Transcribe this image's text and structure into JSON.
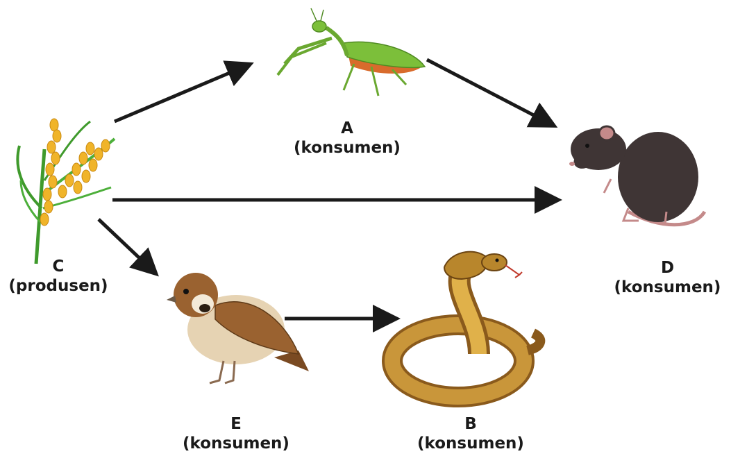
{
  "nodes": {
    "A": {
      "letter": "A",
      "role": "(konsumen)",
      "organism": "mantis"
    },
    "B": {
      "letter": "B",
      "role": "(konsumen)",
      "organism": "cobra"
    },
    "C": {
      "letter": "C",
      "role": "(produsen)",
      "organism": "rice-plant"
    },
    "D": {
      "letter": "D",
      "role": "(konsumen)",
      "organism": "rat"
    },
    "E": {
      "letter": "E",
      "role": "(konsumen)",
      "organism": "sparrow"
    }
  },
  "edges": [
    {
      "from": "C",
      "to": "A"
    },
    {
      "from": "A",
      "to": "D"
    },
    {
      "from": "C",
      "to": "D"
    },
    {
      "from": "C",
      "to": "E"
    },
    {
      "from": "E",
      "to": "B"
    }
  ],
  "colors": {
    "arrow": "#1a1a1a",
    "mantis": "#7cbf3a",
    "rice_grain": "#f0b429",
    "leaf": "#3f9a2c",
    "rat": "#3f3535",
    "sparrow_brown": "#9a6230",
    "snake": "#b8862c"
  }
}
